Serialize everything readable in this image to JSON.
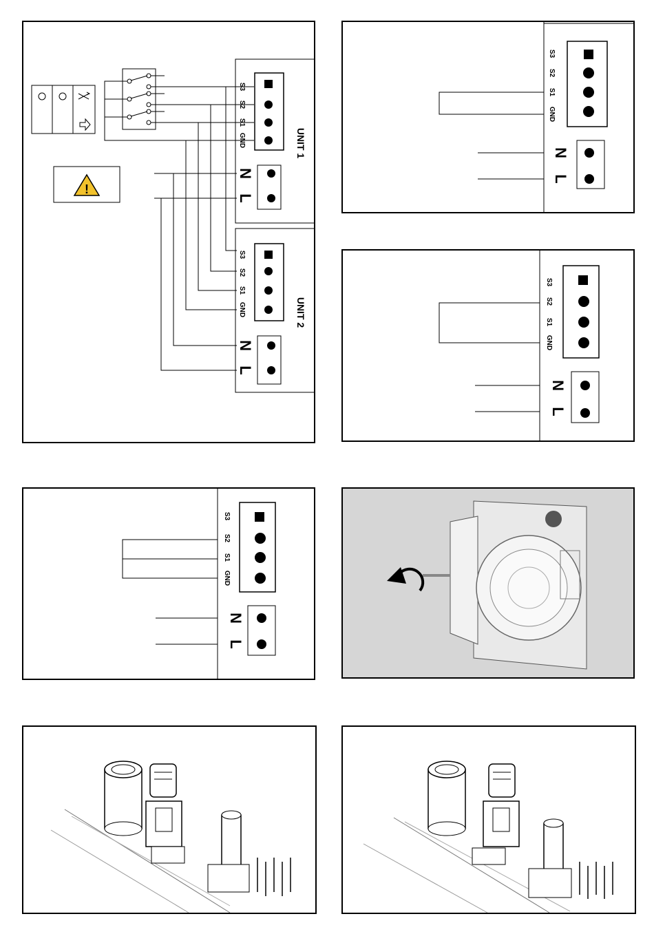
{
  "terminals": {
    "s3": "S3",
    "s2": "S2",
    "s1": "S1",
    "gnd": "GND",
    "n": "N",
    "l": "L"
  },
  "units": {
    "unit1": "UNIT 1",
    "unit2": "UNIT 2"
  },
  "panels": {
    "multi_unit": {
      "icon": "switch-selector-icon",
      "warning_icon": "warning-triangle-icon"
    },
    "wiring_s1_gnd": {
      "bridge": "S1-GND"
    },
    "wiring_s2_gnd": {
      "bridge": "S2-GND"
    },
    "wiring_s2_s1_gnd": {
      "bridge": "S2-S1-GND"
    },
    "rotate_cover": {
      "icon": "rotate-arrow-icon"
    },
    "jumper_photo_1": {
      "icon": "jumper-icon"
    },
    "jumper_photo_2": {
      "icon": "jumper-icon"
    }
  },
  "colors": {
    "warning": "#f2c22c",
    "photo_bg": "#d6d6d6"
  }
}
